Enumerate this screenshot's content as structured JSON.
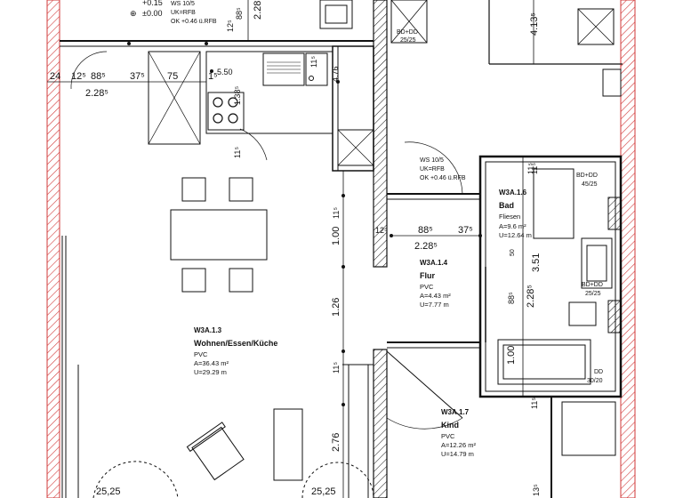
{
  "rooms": [
    {
      "code": "W3A.1.3",
      "name": "Wohnen/Essen/Küche",
      "floor": "PVC",
      "area": "A=36.43 m²",
      "perimeter": "U=29.29 m"
    },
    {
      "code": "W3A.1.6",
      "name": "Bad",
      "floor": "Fliesen",
      "area": "A=9.6 m²",
      "perimeter": "U=12.64 m"
    },
    {
      "code": "W3A.1.4",
      "name": "Flur",
      "floor": "PVC",
      "area": "A=4.43 m²",
      "perimeter": "U=7.77 m"
    },
    {
      "code": "W3A.1.7",
      "name": "Kind",
      "floor": "PVC",
      "area": "A=12.26 m²",
      "perimeter": "U=14.79 m"
    }
  ],
  "levels": {
    "top": "+0.15",
    "bottom": "±0.00"
  },
  "wall_opening_notes": {
    "kitchen": [
      "WS 10/5",
      "UK=RFB",
      "OK +0.46 ü.RFB"
    ],
    "hall": [
      "WS 10/5",
      "UK=RFB",
      "OK +0.46 ü.RFB"
    ]
  },
  "duct_labels": {
    "top": [
      "BD+DD",
      "25/25"
    ],
    "bath_top": [
      "BD+DD",
      "45/25"
    ],
    "bath_mid": [
      "BD+DD",
      "25/25"
    ],
    "bath_bottom": [
      "DD",
      "30/20"
    ]
  },
  "dimensions": {
    "top_row": [
      "24",
      "12⁵",
      "88⁵",
      "37⁵",
      "75",
      "1⁵"
    ],
    "under_top_row": "2.28⁵",
    "kitchen": [
      "5.50",
      "1.38⁵",
      "11⁵",
      "4.76",
      "11⁵"
    ],
    "top_vertical": [
      "12⁵",
      "88⁵",
      "2.28"
    ],
    "right_vertical_top": "4.13⁵",
    "kitchen_side": "11⁵",
    "corridor_vertical": [
      "1.00",
      "11⁵",
      "1.26",
      "11⁵",
      "2.76"
    ],
    "hall_row": [
      "12⁵",
      "88⁵",
      "37⁵"
    ],
    "under_hall_row": "2.28⁵",
    "bath_vertical": [
      "11⁵",
      "3.51",
      "2.28⁵",
      "88⁵",
      "50",
      "1.00",
      "11⁵"
    ],
    "bottom": [
      "25,25",
      "25,25",
      "13⁵"
    ]
  }
}
